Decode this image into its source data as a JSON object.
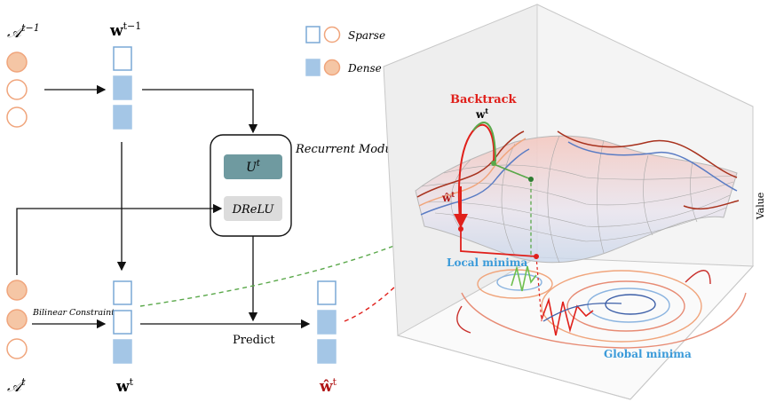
{
  "labels": {
    "a_prev": "𝒜",
    "a_prev_sup": "t−1",
    "w_prev": "w",
    "w_prev_sup": "t−1",
    "a_cur": "𝒜",
    "a_cur_sup": "t",
    "w_cur": "w",
    "w_cur_sup": "t",
    "w_hat": "ŵ",
    "w_hat_sup": "t",
    "bilinear": "Bilinear Constraint",
    "predict": "Predict",
    "recurrent": "Recurrent Module",
    "u": "U",
    "u_sup": "t",
    "drelu": "DReLU"
  },
  "legend": {
    "sparse": "Sparse",
    "dense": "Dense"
  },
  "landscape": {
    "backtrack": "Backtrack",
    "w_point": "w",
    "w_point_sup": "t",
    "w_hat_point": "ŵ",
    "w_hat_point_sup": "t",
    "local_minima": "Local minima",
    "global_minima": "Global minima",
    "axis_value": "Value"
  },
  "colors": {
    "node_filled": "#f5c6a5",
    "node_stroke": "#f0a57c",
    "cell_filled": "#a4c6e6",
    "cell_stroke": "#7aa9d6",
    "u_box": "#6f9aa0",
    "drelu_box": "#dcdcdc",
    "red": "#e0201b",
    "green": "#5aa84a",
    "blue_label": "#3a9ad9",
    "dark_red": "#b01515"
  }
}
